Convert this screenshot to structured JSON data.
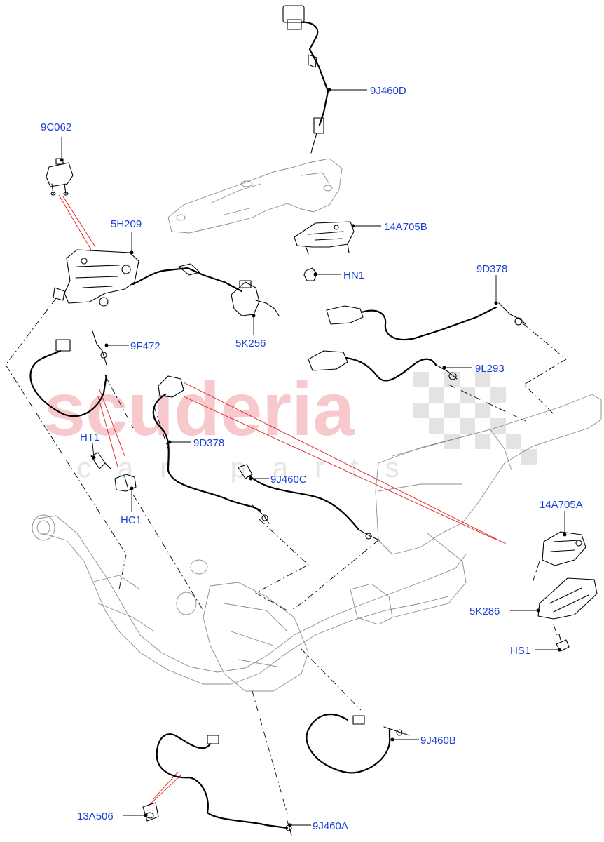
{
  "watermark": {
    "brand": "scuderia",
    "sub": "car parts"
  },
  "labels": {
    "9J460D": "9J460D",
    "9C062": "9C062",
    "5H209": "5H209",
    "14A705B": "14A705B",
    "HN1": "HN1",
    "9D378_top": "9D378",
    "5K256": "5K256",
    "9F472": "9F472",
    "9L293": "9L293",
    "9D378_mid": "9D378",
    "HT1": "HT1",
    "9J460C": "9J460C",
    "HC1": "HC1",
    "14A705A": "14A705A",
    "5K286": "5K286",
    "HS1": "HS1",
    "9J460B": "9J460B",
    "13A506": "13A506",
    "9J460A": "9J460A"
  }
}
